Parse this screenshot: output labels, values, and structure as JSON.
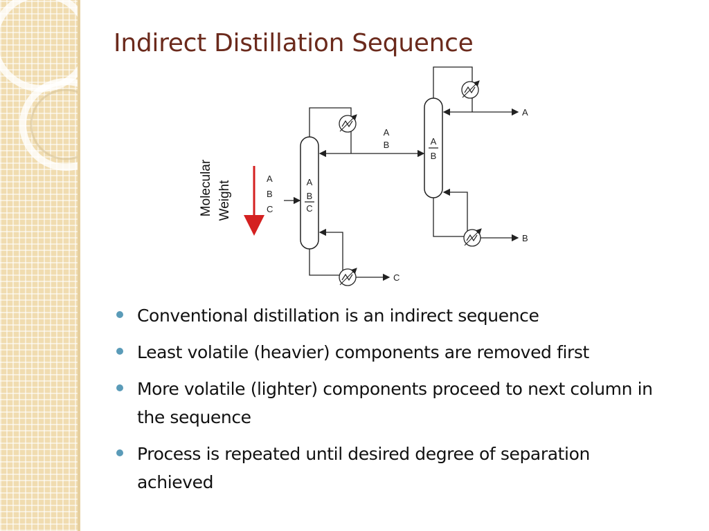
{
  "slide": {
    "title": "Indirect Distillation Sequence"
  },
  "diagram": {
    "axis_label_line1": "Molecular",
    "axis_label_line2": "Weight",
    "feed_list": [
      "A",
      "B",
      "C"
    ],
    "column1_labels": [
      "A",
      "B",
      "C"
    ],
    "column2_labels": [
      "A",
      "B"
    ],
    "top_stream_label": [
      "A",
      "B"
    ],
    "outputs": {
      "column2_top": "A",
      "column2_bottom": "B",
      "column1_bottom": "C"
    },
    "colors": {
      "arrow_red": "#d42020",
      "line": "#222222"
    }
  },
  "bullets": [
    "Conventional distillation is an indirect sequence",
    "Least volatile (heavier) components are removed first",
    "More volatile (lighter) components proceed to next column in the sequence",
    "Process is repeated until desired degree of separation achieved"
  ],
  "colors": {
    "title": "#6b2a1c",
    "bullet": "#5a9bb8",
    "sidebar": "#f0dcb0"
  }
}
